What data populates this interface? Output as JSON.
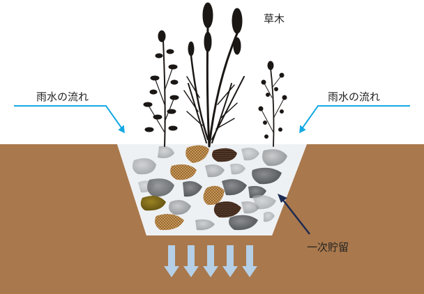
{
  "labels": {
    "plants": "草木",
    "rain_left": "雨水の流れ",
    "rain_right": "雨水の流れ",
    "storage": "一次貯留"
  },
  "colors": {
    "soil": "#a9784c",
    "pit": "#eef1f3",
    "rain_arrow": "#15a9e3",
    "storage_arrow": "#1d2b52",
    "plant": "#1b1715",
    "infiltration_arrow": "#b5cfe6"
  },
  "icons": {
    "rain_arrow": "arrow-down-right-icon",
    "storage_arrow": "arrow-up-left-icon",
    "infiltration_arrow": "arrow-down-icon"
  }
}
